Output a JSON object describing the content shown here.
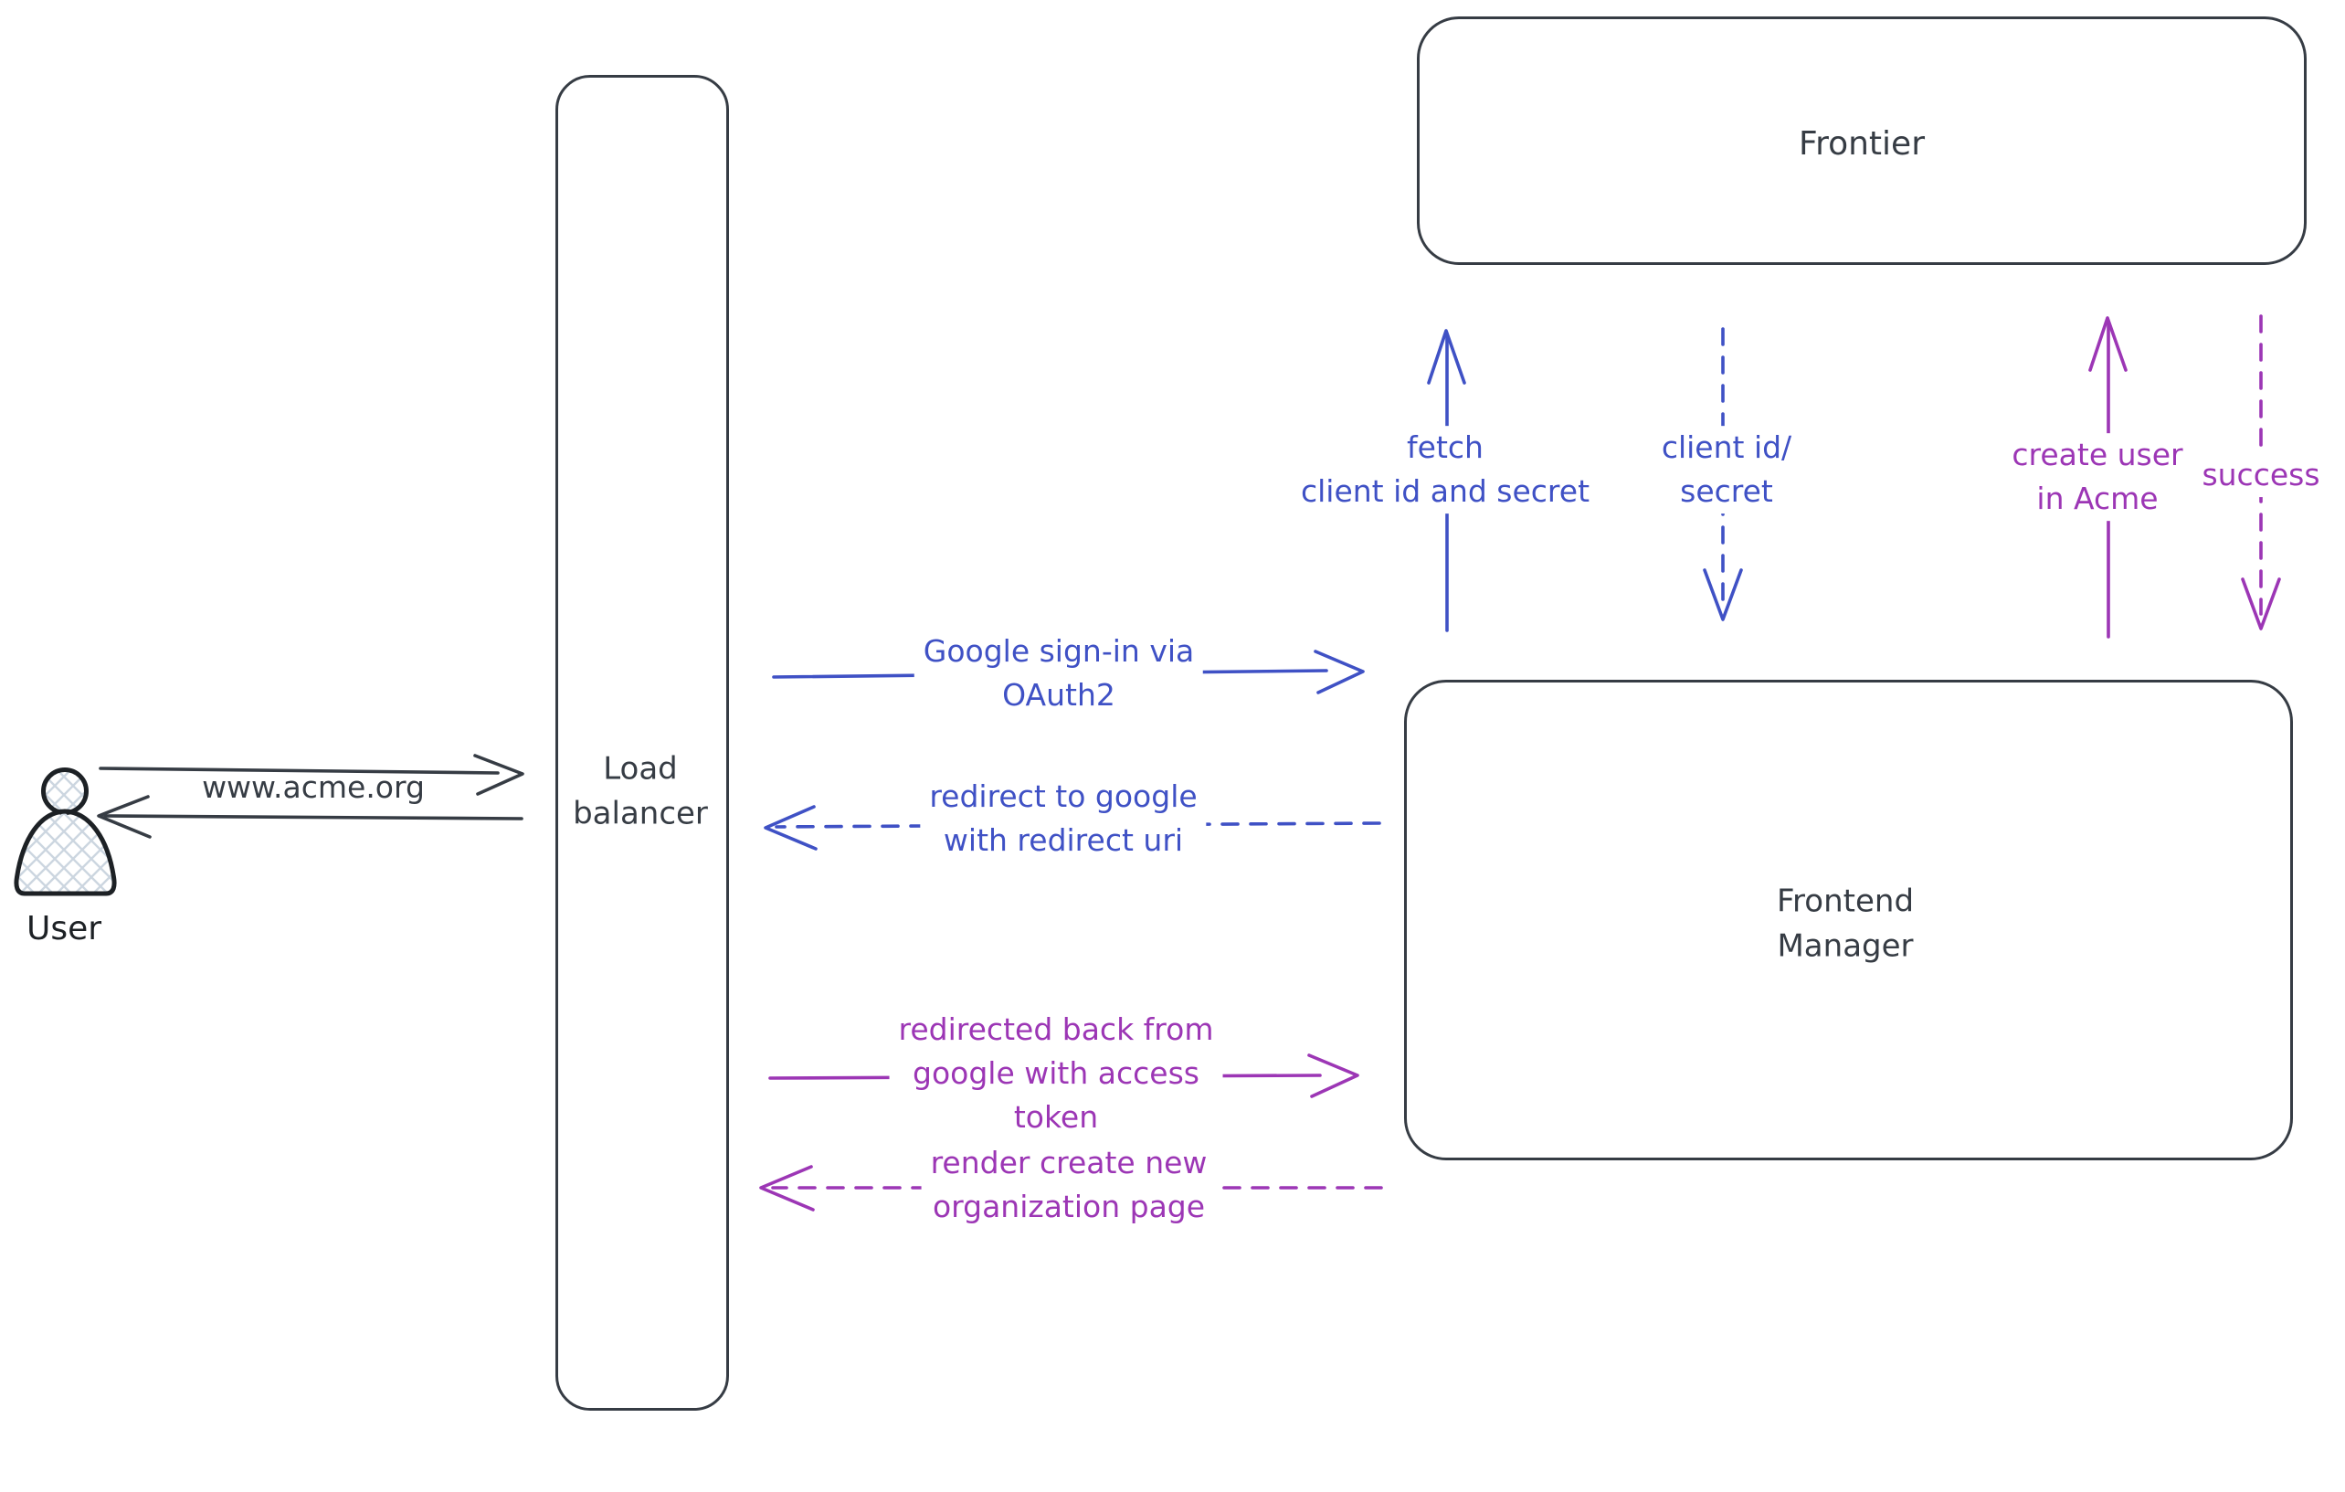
{
  "colors": {
    "canvas": "#ffffff",
    "ink": "#363c44",
    "blue": "#3f51c5",
    "purple": "#9c36b5",
    "figure": "#1d2125",
    "hatch": "#ccd6e0"
  },
  "nodes": {
    "user": {
      "label": "User",
      "shape": "person"
    },
    "load_balancer": {
      "label": "Load\nbalancer",
      "shape": "rectangle"
    },
    "frontier": {
      "label": "Frontier",
      "shape": "rectangle"
    },
    "frontend_manager": {
      "label": "Frontend\nManager",
      "shape": "rectangle"
    }
  },
  "edges": {
    "www_acme": {
      "label": "www.acme.org",
      "style": "solid",
      "color": "ink",
      "from": "user",
      "to": "load_balancer"
    },
    "lb_response": {
      "label": "",
      "style": "solid",
      "color": "ink",
      "from": "load_balancer",
      "to": "user"
    },
    "google_signin": {
      "label": "Google sign-in via\nOAuth2",
      "style": "solid",
      "color": "blue",
      "from": "load_balancer",
      "to": "frontend_manager"
    },
    "redirect_google": {
      "label": "redirect to google\nwith redirect uri",
      "style": "dashed",
      "color": "blue",
      "from": "frontend_manager",
      "to": "load_balancer"
    },
    "redirected_back": {
      "label": "redirected back from\ngoogle with access\ntoken",
      "style": "solid",
      "color": "purple",
      "from": "load_balancer",
      "to": "frontend_manager"
    },
    "render_org_page": {
      "label": "render create new\norganization page",
      "style": "dashed",
      "color": "purple",
      "from": "frontend_manager",
      "to": "load_balancer"
    },
    "fetch_client": {
      "label": "fetch\nclient id and secret",
      "style": "solid",
      "color": "blue",
      "from": "frontend_manager",
      "to": "frontier"
    },
    "client_id_secret": {
      "label": "client id/\nsecret",
      "style": "dashed",
      "color": "blue",
      "from": "frontier",
      "to": "frontend_manager"
    },
    "create_user": {
      "label": "create user\nin Acme",
      "style": "solid",
      "color": "purple",
      "from": "frontend_manager",
      "to": "frontier"
    },
    "success": {
      "label": "success",
      "style": "dashed",
      "color": "purple",
      "from": "frontier",
      "to": "frontend_manager"
    }
  }
}
